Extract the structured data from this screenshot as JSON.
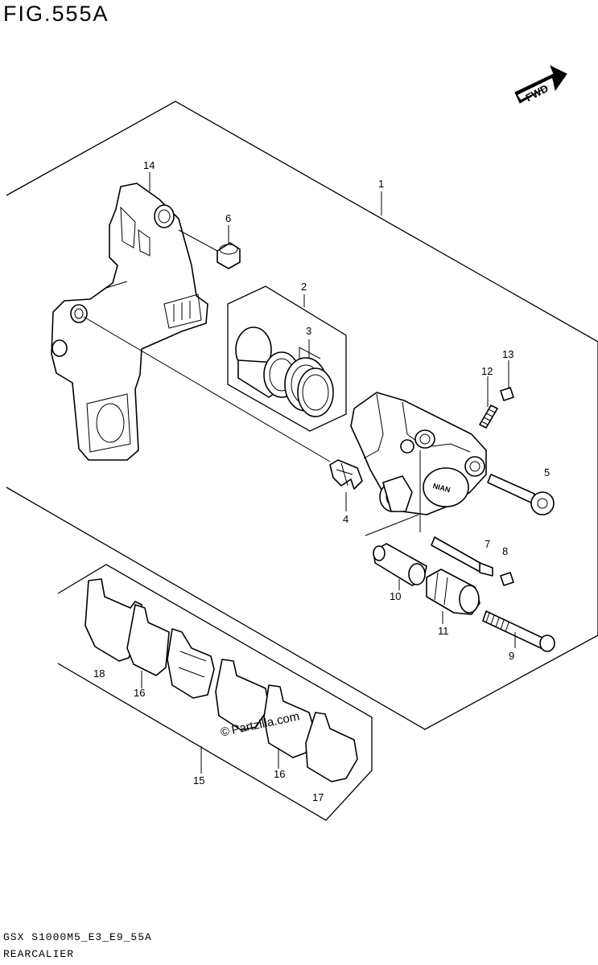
{
  "figure": {
    "title": "FIG.555A",
    "code": "GSX S1000M5_E3_E9_55A",
    "name": "REARCALIER"
  },
  "direction_badge": {
    "label": "FWD"
  },
  "watermark": {
    "text": "Partzilla.com",
    "symbol": "©"
  },
  "callouts": [
    {
      "id": "c1",
      "label": "1"
    },
    {
      "id": "c2",
      "label": "2"
    },
    {
      "id": "c3",
      "label": "3"
    },
    {
      "id": "c4",
      "label": "4"
    },
    {
      "id": "c5",
      "label": "5"
    },
    {
      "id": "c6",
      "label": "6"
    },
    {
      "id": "c7",
      "label": "7"
    },
    {
      "id": "c8",
      "label": "8"
    },
    {
      "id": "c9",
      "label": "9"
    },
    {
      "id": "c10",
      "label": "10"
    },
    {
      "id": "c11",
      "label": "11"
    },
    {
      "id": "c12",
      "label": "12"
    },
    {
      "id": "c13",
      "label": "13"
    },
    {
      "id": "c14",
      "label": "14"
    },
    {
      "id": "c15",
      "label": "15"
    },
    {
      "id": "c16a",
      "label": "16"
    },
    {
      "id": "c16b",
      "label": "16"
    },
    {
      "id": "c17",
      "label": "17"
    },
    {
      "id": "c18",
      "label": "18"
    }
  ]
}
